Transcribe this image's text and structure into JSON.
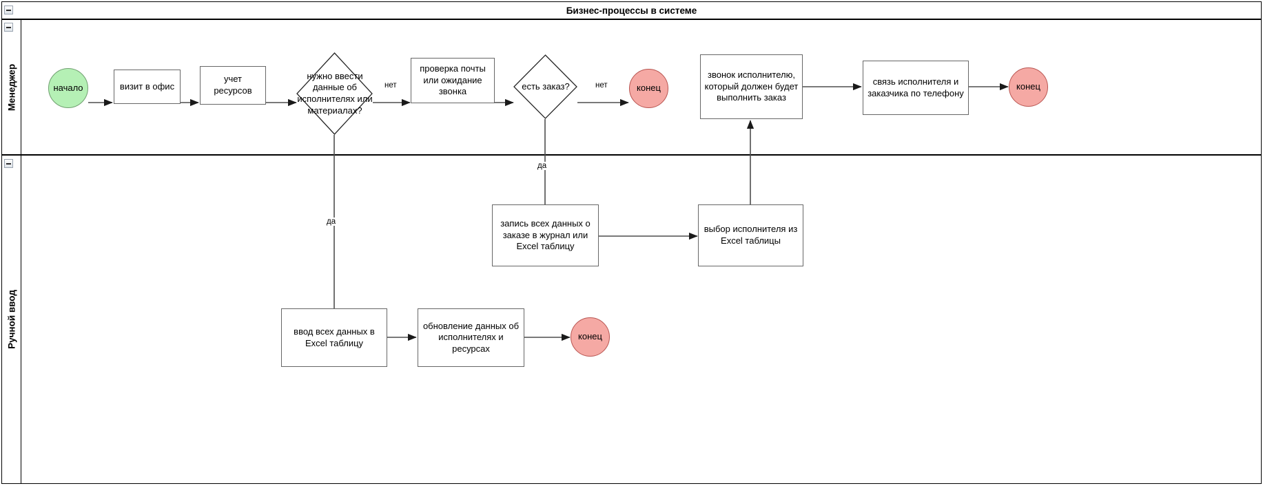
{
  "diagram": {
    "title": "Бизнес-процессы в системе",
    "type": "swimlane-flowchart",
    "collapse_icon": "minus-icon"
  },
  "lanes": [
    {
      "id": "manager",
      "label": "Менеджер"
    },
    {
      "id": "manual",
      "label": "Ручной ввод"
    }
  ],
  "nodes": {
    "start": {
      "label": "начало",
      "shape": "circle",
      "lane": "manager",
      "color": "#b5f0b5"
    },
    "visit_office": {
      "label": "визит в офис",
      "shape": "rect",
      "lane": "manager"
    },
    "resource_accounting": {
      "label": "учет ресурсов",
      "shape": "rect",
      "lane": "manager"
    },
    "need_data_decision": {
      "label": "нужно ввести данные об исполнителях или материалах?",
      "shape": "diamond",
      "lane": "manager"
    },
    "check_mail": {
      "label": "проверка почты или ожидание звонка",
      "shape": "rect",
      "lane": "manager"
    },
    "has_order_decision": {
      "label": "есть заказ?",
      "shape": "diamond",
      "lane": "manager"
    },
    "end_no_order": {
      "label": "конец",
      "shape": "circle",
      "lane": "manager",
      "color": "#f5a9a4"
    },
    "call_executor": {
      "label": "звонок исполнителю, который должен будет выполнить заказ",
      "shape": "rect",
      "lane": "manager"
    },
    "connect_parties": {
      "label": "связь исполнителя и заказчика по телефону",
      "shape": "rect",
      "lane": "manager"
    },
    "end_connected": {
      "label": "конец",
      "shape": "circle",
      "lane": "manager",
      "color": "#f5a9a4"
    },
    "record_order": {
      "label": "запись всех данных о заказе в журнал или Excel таблицу",
      "shape": "rect",
      "lane": "manual"
    },
    "select_executor": {
      "label": "выбор исполнителя из Excel таблицы",
      "shape": "rect",
      "lane": "manual"
    },
    "enter_data": {
      "label": "ввод всех данных в Excel таблицу",
      "shape": "rect",
      "lane": "manual"
    },
    "update_data": {
      "label": "обновление данных об исполнителях и ресурсах",
      "shape": "rect",
      "lane": "manual"
    },
    "end_updated": {
      "label": "конец",
      "shape": "circle",
      "lane": "manual",
      "color": "#f5a9a4"
    }
  },
  "edge_labels": {
    "need_data_no": "нет",
    "need_data_yes": "да",
    "has_order_no": "нет",
    "has_order_yes": "да"
  },
  "colors": {
    "start_fill": "#b5f0b5",
    "start_stroke": "#6f9f6f",
    "end_fill": "#f5a9a4",
    "end_stroke": "#b85450",
    "box_stroke": "#666666",
    "lane_stroke": "#000000",
    "edge_stroke": "#4d4d4d"
  }
}
